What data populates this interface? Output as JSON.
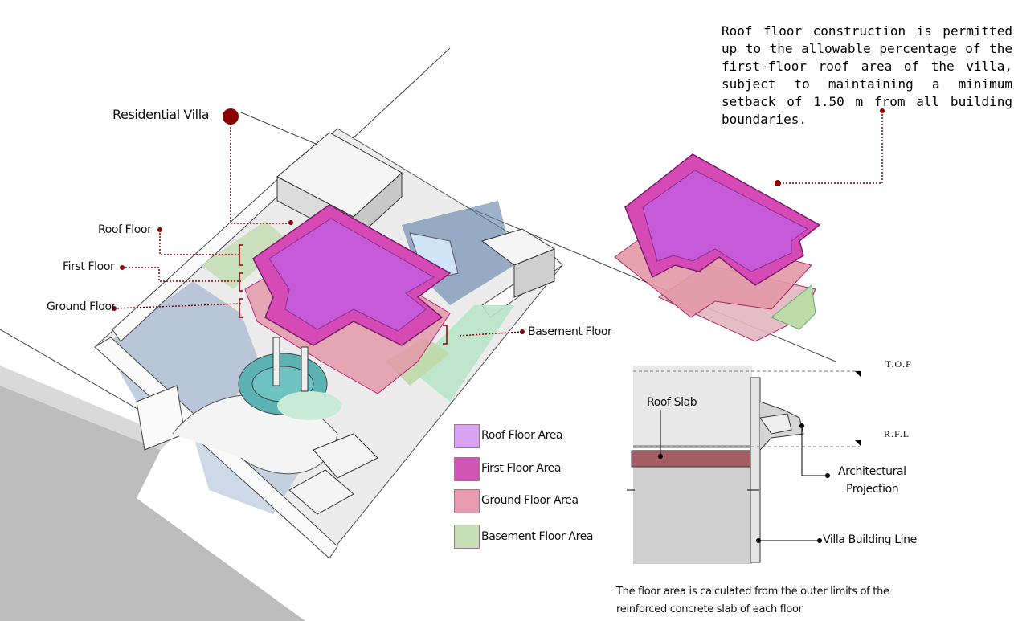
{
  "title_label": "Residential Villa",
  "note": "Roof floor construction is permitted up to the allowable percentage of the first-floor roof area of the villa, subject to maintaining a minimum setback of 1.50 m from all building boundaries.",
  "callouts": {
    "roof_floor": "Roof Floor",
    "first_floor": "First Floor",
    "ground_floor": "Ground Floor",
    "basement_floor": "Basement Floor"
  },
  "legend": [
    {
      "label": "Roof Floor Area",
      "color": "#d9a2f2"
    },
    {
      "label": "First Floor Area",
      "color": "#d155b4"
    },
    {
      "label": "Ground Floor Area",
      "color": "#e79cb0"
    },
    {
      "label": "Basement Floor Area",
      "color": "#c6dfb7"
    }
  ],
  "section": {
    "top_label": "T.O.P",
    "rfl_label": "R.F.L",
    "roof_slab": "Roof Slab",
    "arch_projection_1": "Architectural",
    "arch_projection_2": "Projection",
    "building_line": "Villa Building Line"
  },
  "caption": "The floor area is calculated from the outer limits of the reinforced concrete slab of each floor",
  "colors": {
    "accent": "#8b0000",
    "roof": "#c75ad8",
    "first": "#d64ab6",
    "ground": "#e39aa8",
    "basement": "#c6dfb7",
    "slab": "#a45e63"
  }
}
